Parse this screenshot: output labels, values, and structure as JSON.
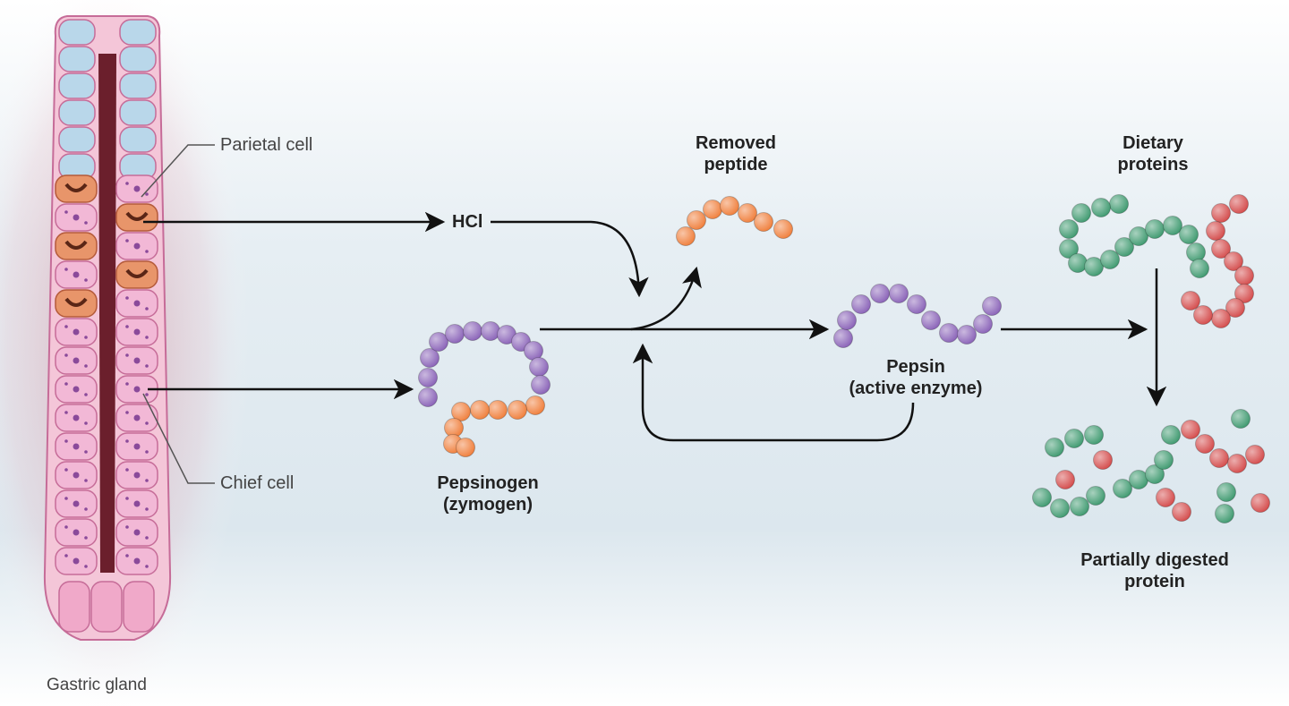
{
  "labels": {
    "parietal_cell": "Parietal cell",
    "chief_cell": "Chief cell",
    "gastric_gland": "Gastric gland",
    "hcl": "HCl",
    "removed_peptide": [
      "Removed",
      "peptide"
    ],
    "pepsinogen": [
      "Pepsinogen",
      "(zymogen)"
    ],
    "pepsin": [
      "Pepsin",
      "(active enzyme)"
    ],
    "dietary_proteins": [
      "Dietary",
      "proteins"
    ],
    "partially_digested": [
      "Partially digested",
      "protein"
    ]
  },
  "colors": {
    "purple_bead": "#8a63b8",
    "orange_bead": "#f07f3c",
    "green_bead": "#3f9a70",
    "red_bead": "#d44c4c",
    "arrow": "#111111",
    "gland_lumen": "#6b1f2c",
    "parietal_cell": "#e8956a",
    "chief_cell": "#f2b8d6"
  }
}
